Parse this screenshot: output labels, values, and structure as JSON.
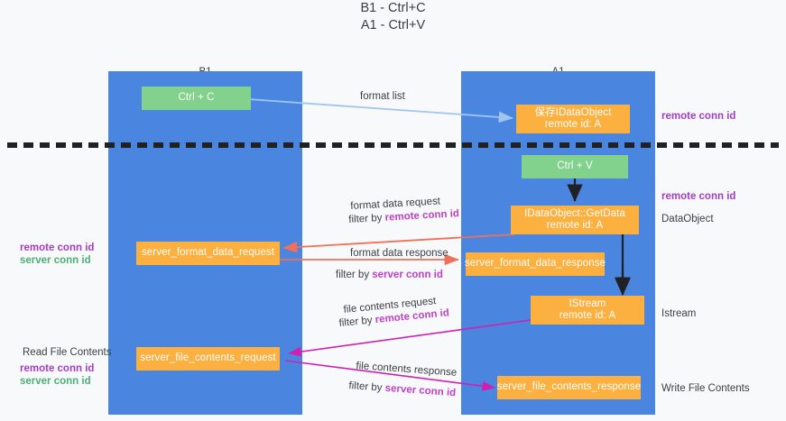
{
  "title": {
    "line1": "B1 - Ctrl+C",
    "line2": "A1 - Ctrl+V"
  },
  "lanes": [
    {
      "id": "b1",
      "name": "B1",
      "role": "connection",
      "color": "#4a86e0"
    },
    {
      "id": "a1",
      "name": "A1",
      "role": "remote",
      "color": "#4a86e0"
    }
  ],
  "nodes": {
    "ctrl_c": {
      "label": "Ctrl + C",
      "sub": "",
      "color": "#82d18c"
    },
    "save_idataobject": {
      "label": "保存IDataObject",
      "sub": "remote id: A",
      "color": "#fbb040"
    },
    "ctrl_v": {
      "label": "Ctrl + V",
      "sub": "",
      "color": "#82d18c"
    },
    "idataobject_getdata": {
      "label": "IDataObject::GetData",
      "sub": "remote id: A",
      "color": "#fbb040"
    },
    "server_format_data_request": {
      "label": "server_format_data_request",
      "sub": "",
      "color": "#fbb040"
    },
    "server_format_data_response": {
      "label": "server_format_data_response",
      "sub": "",
      "color": "#fbb040"
    },
    "istream": {
      "label": "IStream",
      "sub": "remote id: A",
      "color": "#fbb040"
    },
    "server_file_contents_request": {
      "label": "server_file_contents_request",
      "sub": "",
      "color": "#fbb040"
    },
    "server_file_contents_response": {
      "label": "server_file_contents_response",
      "sub": "",
      "color": "#fbb040"
    }
  },
  "edge_labels": {
    "format_list": "format list",
    "format_data_request": "format data request",
    "format_data_request_filter_prefix": "filter by ",
    "format_data_request_filter_key": "remote conn id",
    "format_data_response": "format data response",
    "format_data_response_filter_prefix": "filter by ",
    "format_data_response_filter_key": "server conn id",
    "file_contents_request": "file contents request",
    "file_contents_request_filter_prefix": "filter by ",
    "file_contents_request_filter_key": "remote conn id",
    "file_contents_response": "file contents response",
    "file_contents_response_filter_prefix": "filter by ",
    "file_contents_response_filter_key": "server conn id"
  },
  "annotations": {
    "right_remote_conn_id_top": "remote conn id",
    "right_remote_conn_id_mid": "remote conn id",
    "right_dataobject": "DataObject",
    "right_istream": "Istream",
    "right_write_file_contents": "Write File Contents",
    "left_remote_conn_id_1": "remote conn id",
    "left_server_conn_id_1": "server conn id",
    "left_read_file_contents": "Read File Contents",
    "left_remote_conn_id_2": "remote conn id",
    "left_server_conn_id_2": "server conn id"
  },
  "colors": {
    "lane": "#4a86e0",
    "node_green": "#82d18c",
    "node_orange": "#fbb040",
    "purple": "#a23ec0",
    "magenta": "#c040c8",
    "green_text": "#4caf78",
    "arrow_blue": "#9fc5f0",
    "arrow_red": "#f0705a",
    "arrow_black": "#202124",
    "arrow_magenta": "#d020b0",
    "background": "#f8f9fa"
  }
}
